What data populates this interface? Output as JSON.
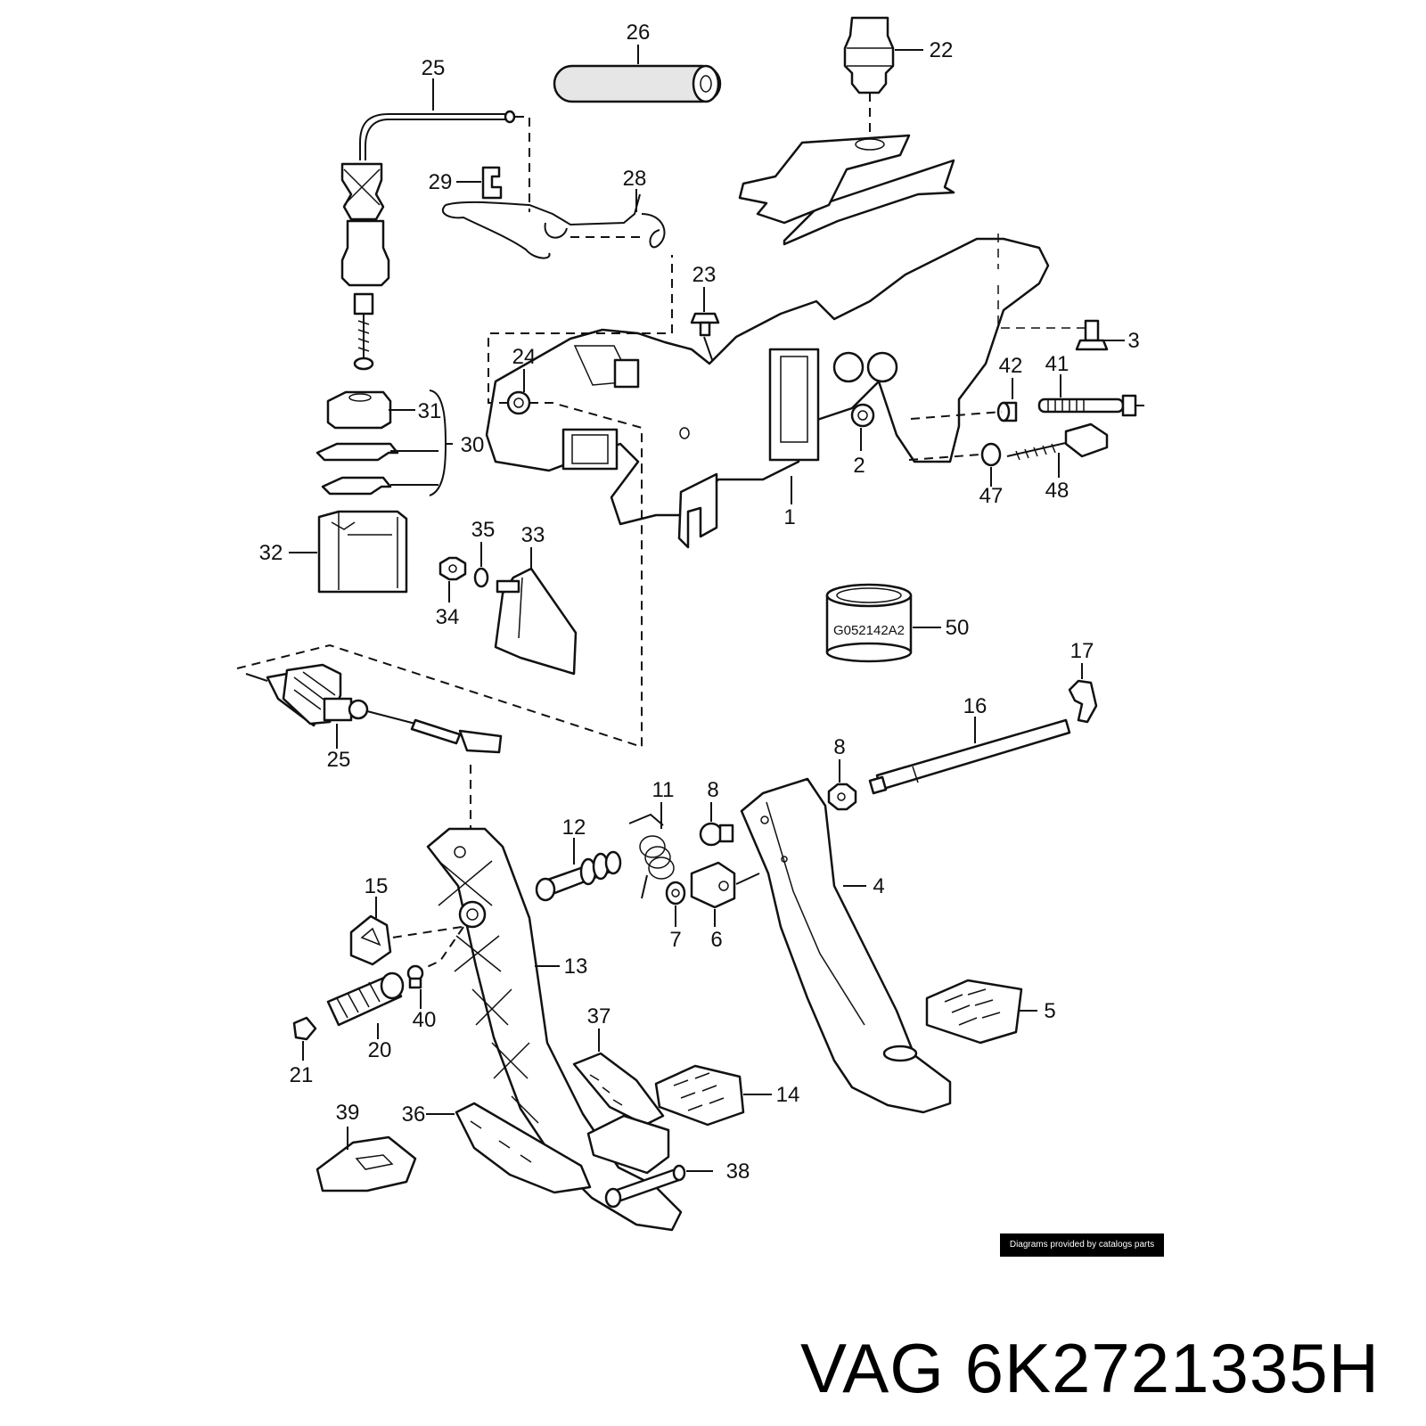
{
  "diagram": {
    "part_numbers": [
      {
        "id": "26",
        "text": "26"
      },
      {
        "id": "22",
        "text": "22"
      },
      {
        "id": "25a",
        "text": "25"
      },
      {
        "id": "29",
        "text": "29"
      },
      {
        "id": "28",
        "text": "28"
      },
      {
        "id": "23",
        "text": "23"
      },
      {
        "id": "3",
        "text": "3"
      },
      {
        "id": "24",
        "text": "24"
      },
      {
        "id": "42",
        "text": "42"
      },
      {
        "id": "41",
        "text": "41"
      },
      {
        "id": "31",
        "text": "31"
      },
      {
        "id": "30",
        "text": "30"
      },
      {
        "id": "2",
        "text": "2"
      },
      {
        "id": "47",
        "text": "47"
      },
      {
        "id": "48",
        "text": "48"
      },
      {
        "id": "1",
        "text": "1"
      },
      {
        "id": "35",
        "text": "35"
      },
      {
        "id": "33",
        "text": "33"
      },
      {
        "id": "32",
        "text": "32"
      },
      {
        "id": "34",
        "text": "34"
      },
      {
        "id": "50",
        "text": "50"
      },
      {
        "id": "17",
        "text": "17"
      },
      {
        "id": "16",
        "text": "16"
      },
      {
        "id": "25b",
        "text": "25"
      },
      {
        "id": "8a",
        "text": "8"
      },
      {
        "id": "11",
        "text": "11"
      },
      {
        "id": "8b",
        "text": "8"
      },
      {
        "id": "12",
        "text": "12"
      },
      {
        "id": "4",
        "text": "4"
      },
      {
        "id": "15",
        "text": "15"
      },
      {
        "id": "7",
        "text": "7"
      },
      {
        "id": "6",
        "text": "6"
      },
      {
        "id": "13",
        "text": "13"
      },
      {
        "id": "40",
        "text": "40"
      },
      {
        "id": "5",
        "text": "5"
      },
      {
        "id": "37",
        "text": "37"
      },
      {
        "id": "20",
        "text": "20"
      },
      {
        "id": "21",
        "text": "21"
      },
      {
        "id": "14",
        "text": "14"
      },
      {
        "id": "39",
        "text": "39"
      },
      {
        "id": "36",
        "text": "36"
      },
      {
        "id": "38",
        "text": "38"
      }
    ],
    "stamp_text": "G052142A2",
    "credit": "Diagrams provided by catalogs parts",
    "caption": "VAG 6K2721335H"
  }
}
